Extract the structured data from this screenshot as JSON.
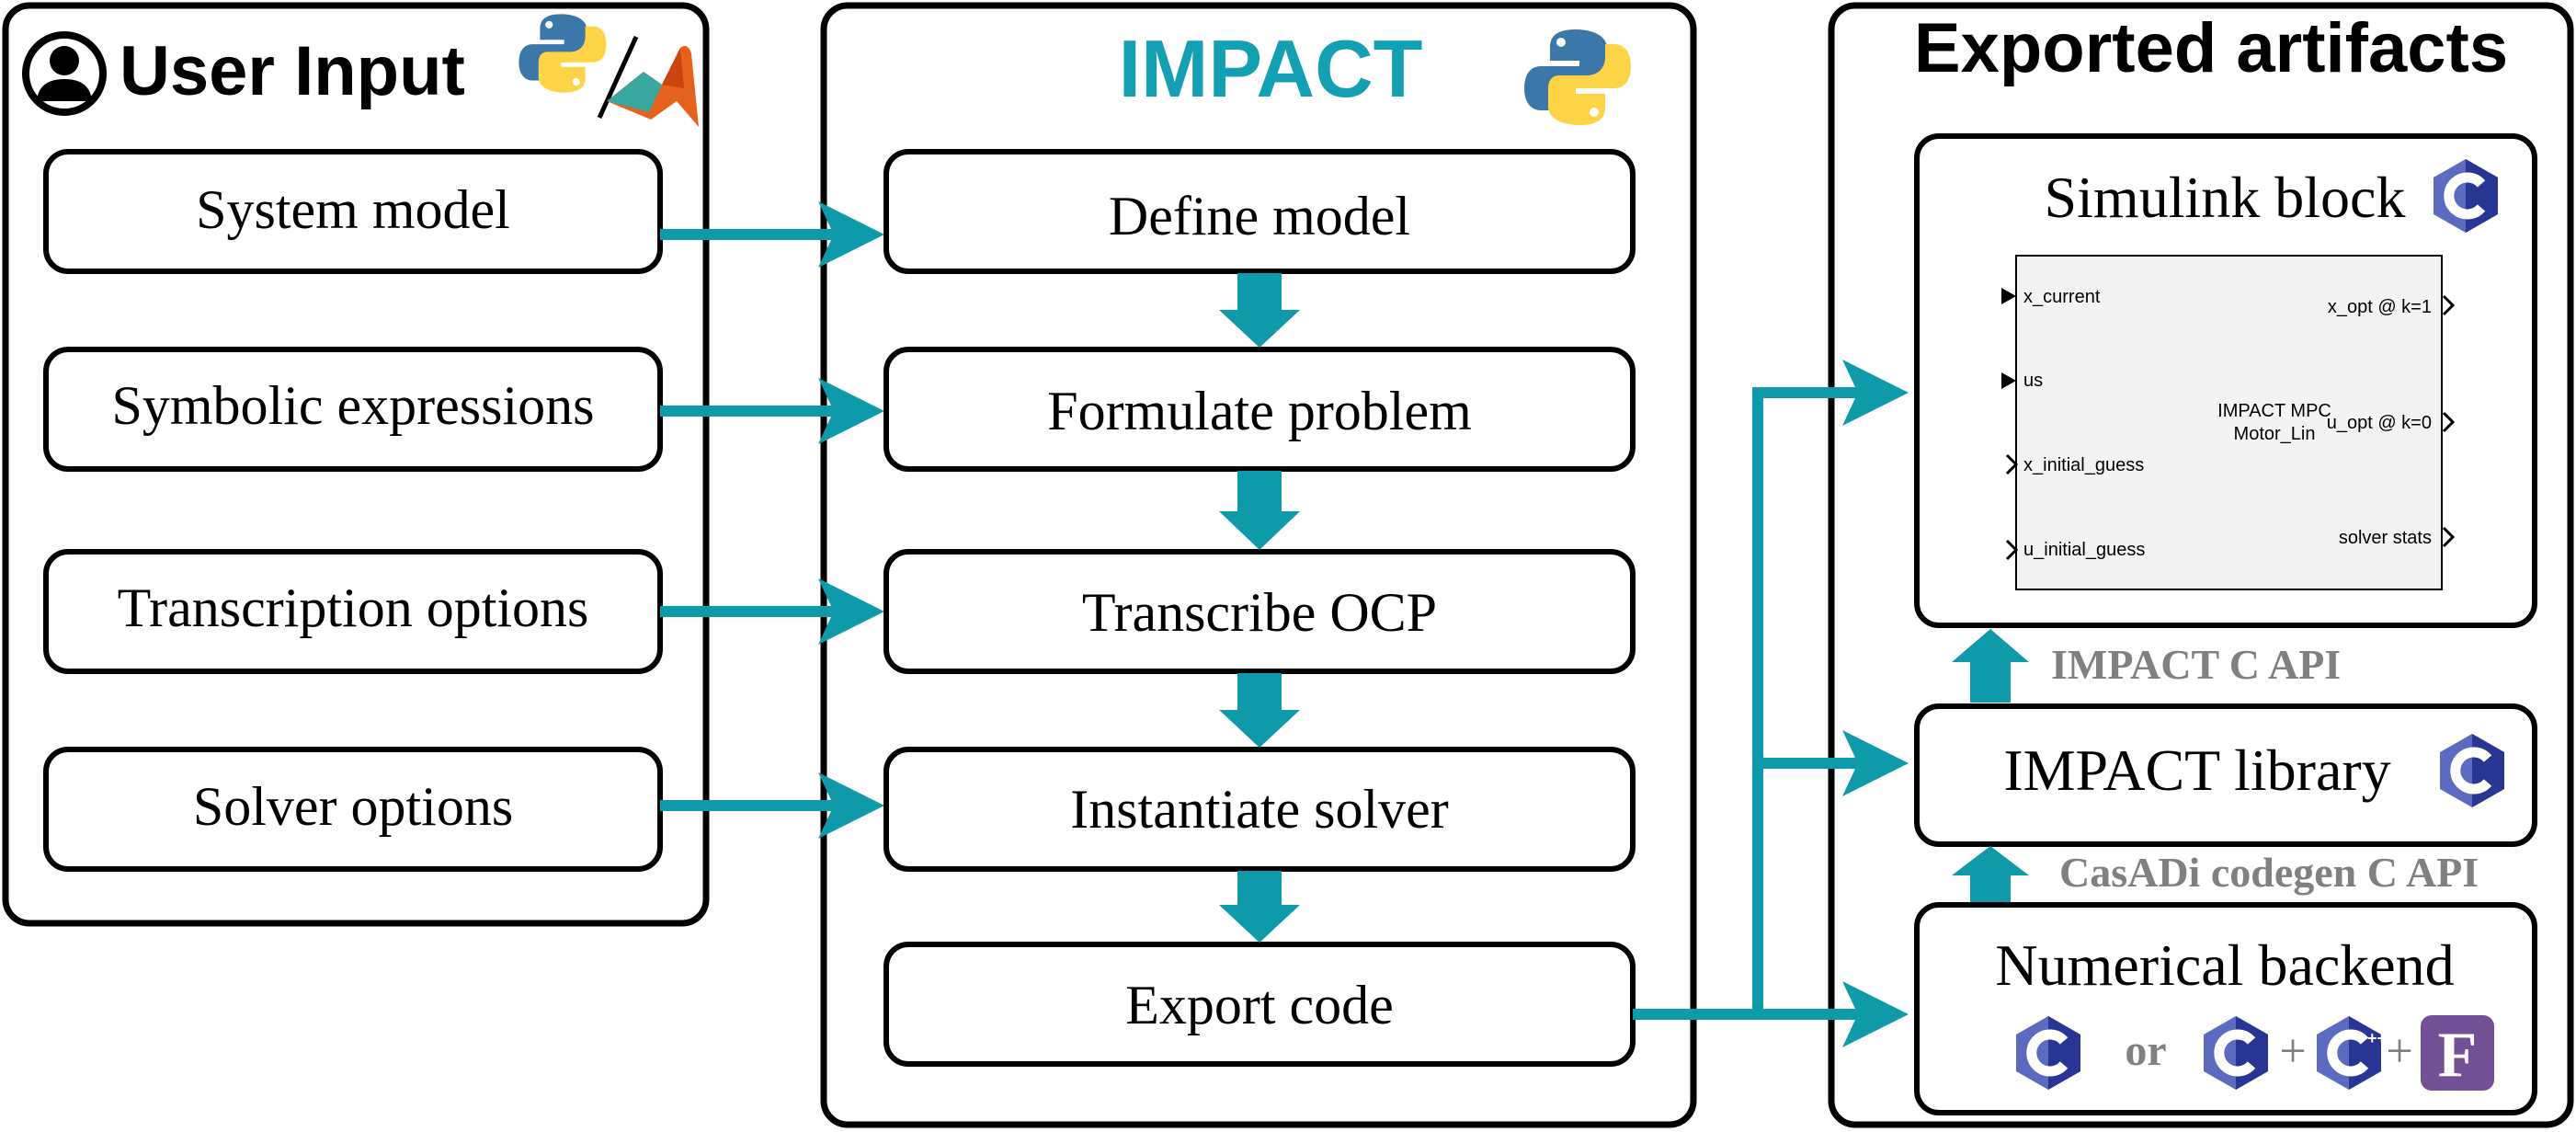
{
  "colors": {
    "teal": "#0f9aaa",
    "title_teal": "#13a0b2",
    "api_gray": "#808080",
    "c_dark": "#283593",
    "c_light": "#5c6bc0",
    "fortran": "#734f96",
    "py_blue": "#3b77a8",
    "py_yellow": "#fdd446",
    "matlab_orange": "#e4621b"
  },
  "user_input": {
    "title": "User Input",
    "icons": [
      "user-icon",
      "python-icon",
      "matlab-icon"
    ],
    "items": [
      "System model",
      "Symbolic expressions",
      "Transcription options",
      "Solver options"
    ]
  },
  "impact": {
    "title": "IMPACT",
    "icons": [
      "python-icon"
    ],
    "steps": [
      "Define model",
      "Formulate problem",
      "Transcribe OCP",
      "Instantiate solver",
      "Export code"
    ]
  },
  "exported": {
    "title": "Exported artifacts",
    "simulink": {
      "title": "Simulink block",
      "block_name": [
        "IMPACT MPC",
        "Motor_Lin"
      ],
      "inputs": [
        "x_current",
        "us",
        "x_initial_guess",
        "u_initial_guess"
      ],
      "outputs": [
        "x_opt @ k=1",
        "u_opt @ k=0",
        "solver stats"
      ]
    },
    "c_api": "IMPACT C API",
    "library": "IMPACT library",
    "casadi_api": "CasADi codegen C API",
    "backend": {
      "title": "Numerical backend",
      "or": "or",
      "plus": "+",
      "icons": [
        "c-icon",
        "c-icon",
        "cpp-icon",
        "fortran-icon"
      ],
      "cpp_mark": "++",
      "fortran_mark": "F"
    },
    "c_mark": "C"
  }
}
